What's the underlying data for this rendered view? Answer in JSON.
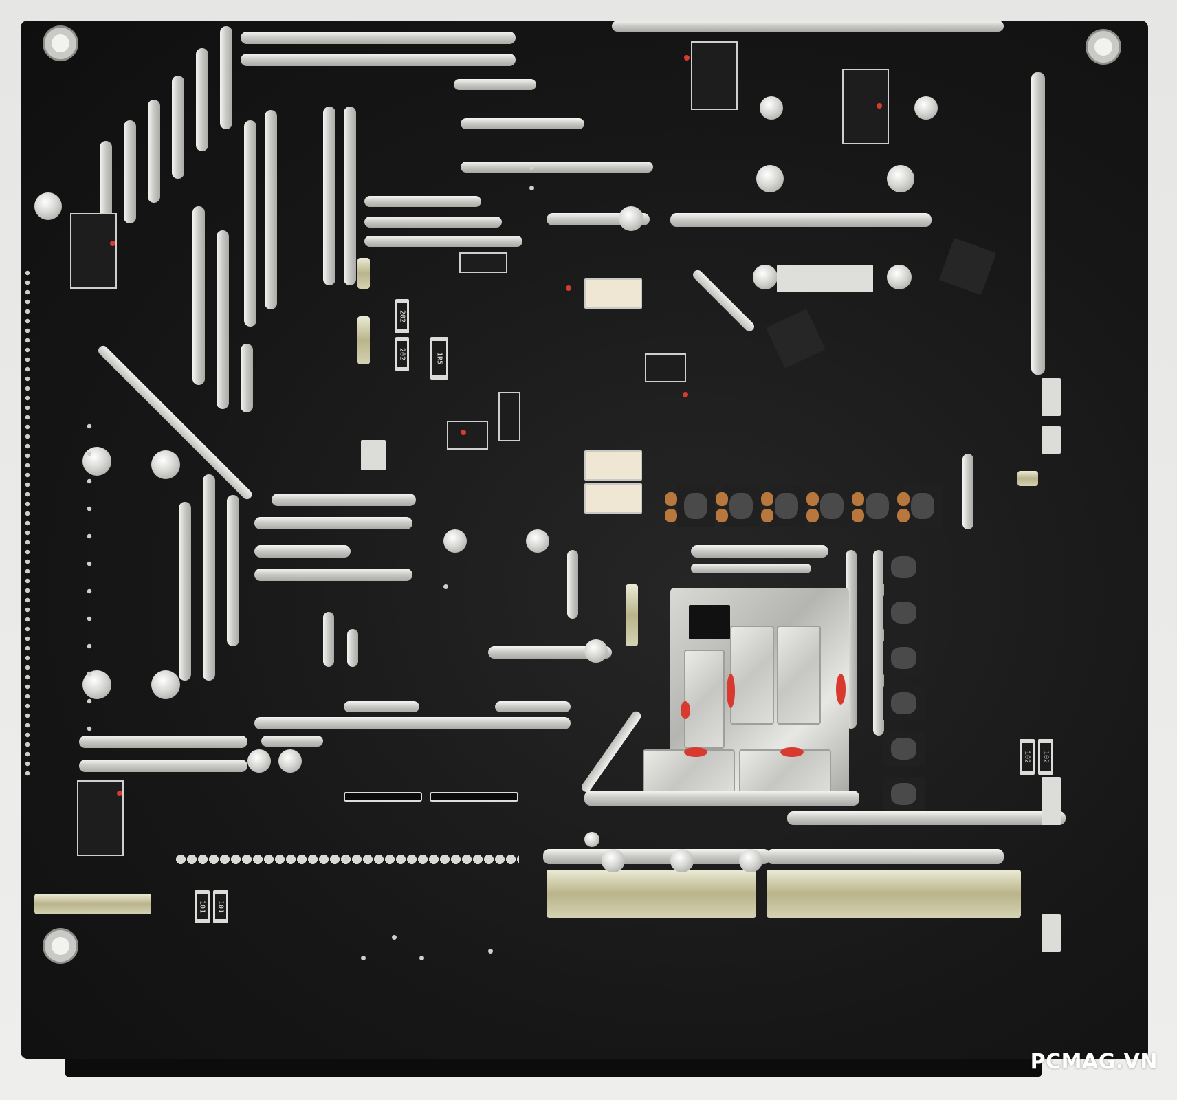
{
  "image": {
    "subject": "PSU circuit board, solder side",
    "watermark": "PCMAG.VN",
    "colors": {
      "solder_mask": "#151515",
      "solder": "#c8c8c4",
      "background": "#e9e9e7",
      "smd_caps": "#b7773d",
      "glue": "#d83a30"
    }
  },
  "silkscreen": {
    "resistor_1r5": "1R5",
    "resistor_102_a": "102",
    "resistor_102_b": "102",
    "resistor_101_a": "101",
    "resistor_101_b": "101",
    "resistor_202_a": "202",
    "resistor_202_b": "202"
  },
  "components": {
    "mosfet_row_count": 6,
    "mosfet_column_count": 6,
    "optocoupler_count": 3,
    "mounting_holes": 4
  }
}
